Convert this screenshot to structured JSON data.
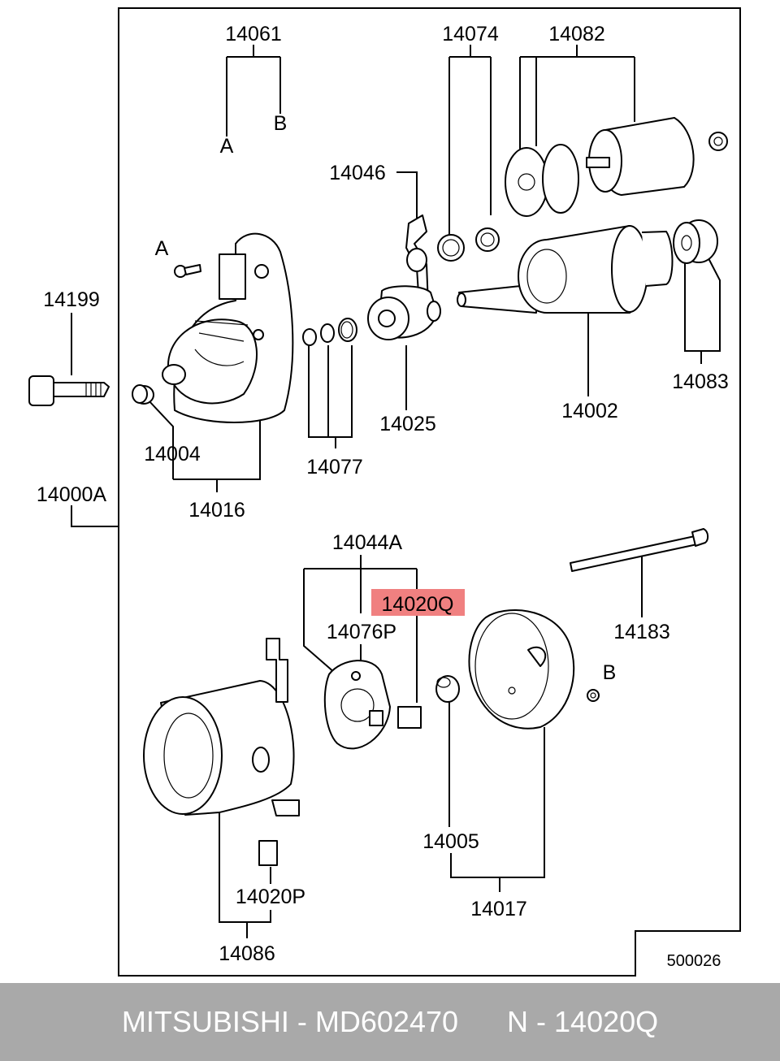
{
  "labels": {
    "l14061": "14061",
    "lA_top": "A",
    "lB_top": "B",
    "l14074": "14074",
    "l14082": "14082",
    "l14046": "14046",
    "lA_bolt": "A",
    "l14199": "14199",
    "l14004": "14004",
    "l14016": "14016",
    "l14077": "14077",
    "l14025": "14025",
    "l14002": "14002",
    "l14083": "14083",
    "l14000A": "14000A",
    "l14044A": "14044A",
    "l14020Q": "14020Q",
    "l14076P": "14076P",
    "l14183": "14183",
    "lB_nut": "B",
    "l14005": "14005",
    "l14017": "14017",
    "l14020P": "14020P",
    "l14086": "14086",
    "ref": "500026"
  },
  "highlight_color": "#f08080",
  "footer": {
    "brand": "MITSUBISHI",
    "separator": "-",
    "part_number": "MD602470",
    "position_text": "N - 14020Q"
  }
}
